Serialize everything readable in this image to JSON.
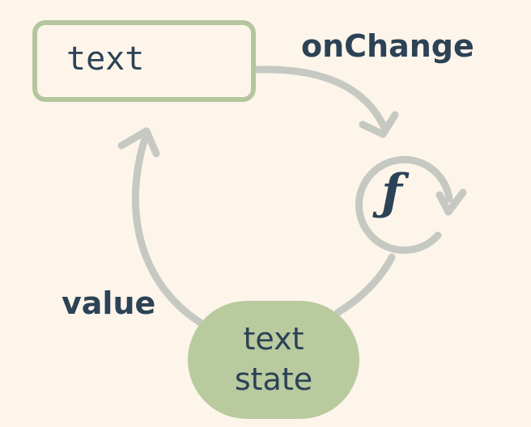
{
  "input_box": {
    "text": "text"
  },
  "labels": {
    "on_change": "onChange",
    "value": "value"
  },
  "function_node": {
    "glyph": "ƒ"
  },
  "state_node": {
    "line1": "text",
    "line2": "state"
  },
  "colors": {
    "background": "#fdf5ea",
    "arrow": "#c6c8c2",
    "node_green": "#b9ca9f",
    "box_border": "#b5c69e",
    "text": "#2c4256"
  }
}
